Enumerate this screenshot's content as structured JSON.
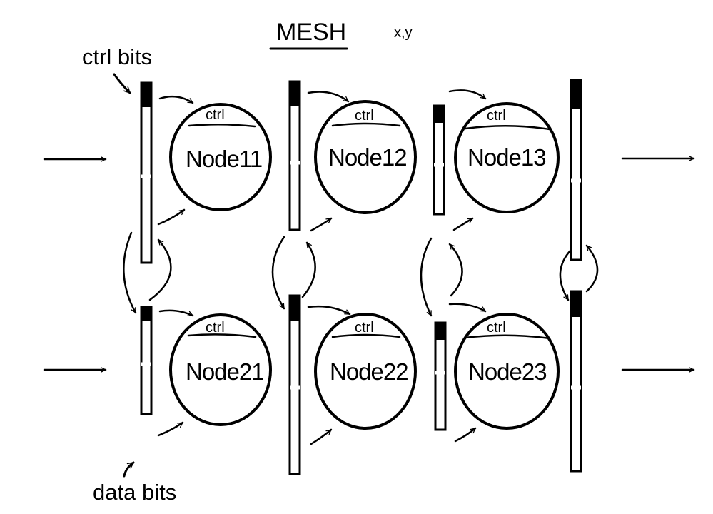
{
  "title": "MESH",
  "subtitle": "x,y",
  "labels": {
    "ctrl_bits": "ctrl bits",
    "data_bits": "data bits"
  },
  "nodes": [
    {
      "name": "Node11",
      "ctrl": "ctrl"
    },
    {
      "name": "Node12",
      "ctrl": "ctrl"
    },
    {
      "name": "Node13",
      "ctrl": "ctrl"
    },
    {
      "name": "Node21",
      "ctrl": "ctrl"
    },
    {
      "name": "Node22",
      "ctrl": "ctrl"
    },
    {
      "name": "Node23",
      "ctrl": "ctrl"
    }
  ],
  "colors": {
    "ink": "#000000",
    "background": "#ffffff"
  }
}
